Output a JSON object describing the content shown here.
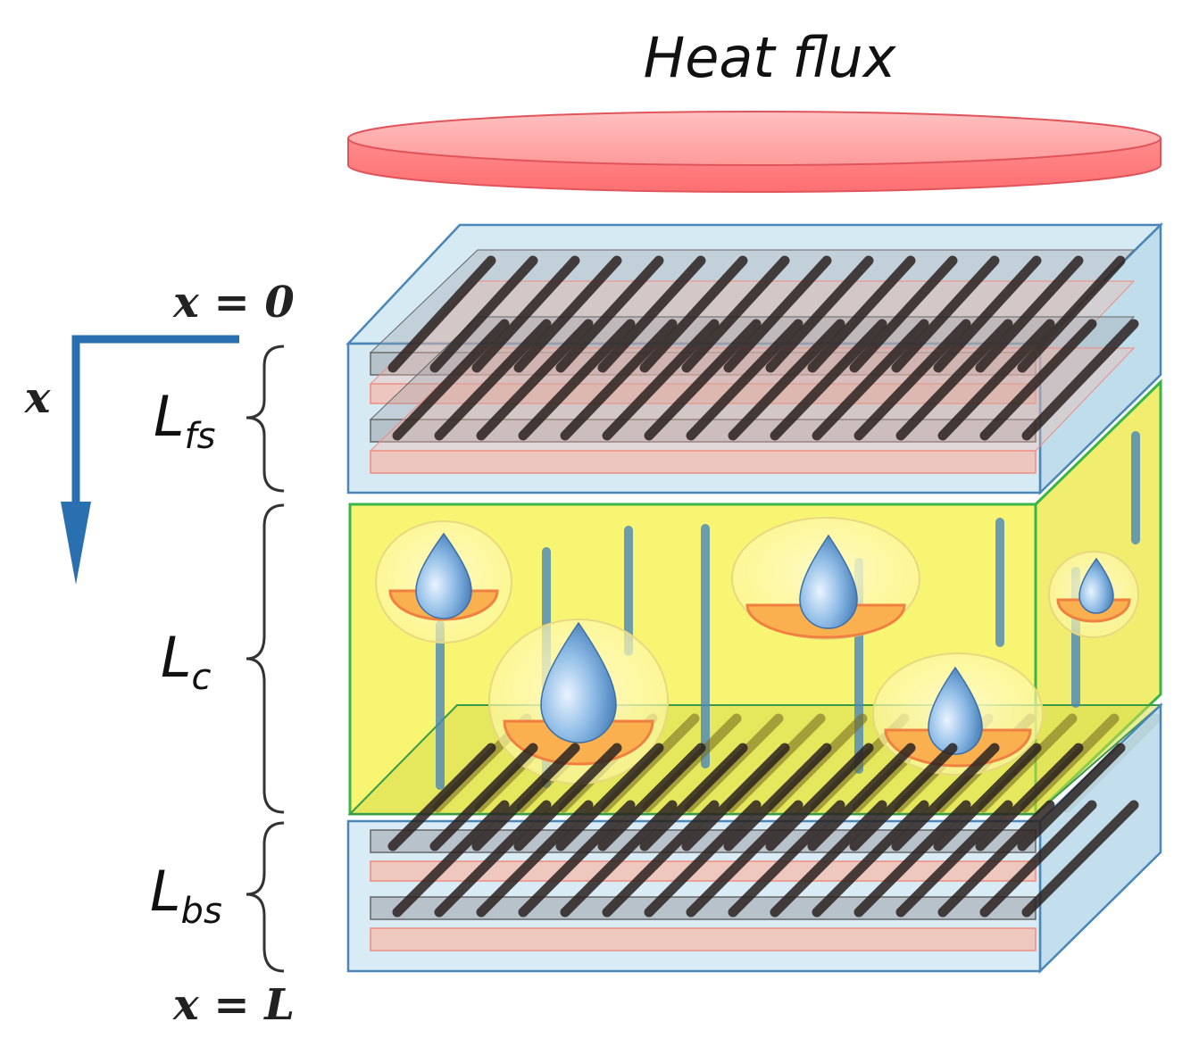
{
  "title": "Heat flux",
  "positions": {
    "top": "x = 0",
    "bottom": "x = L"
  },
  "axis": {
    "label": "x"
  },
  "layers": [
    {
      "id": "fs",
      "main": "L",
      "sub": "fs"
    },
    {
      "id": "c",
      "main": "L",
      "sub": "c"
    },
    {
      "id": "bs",
      "main": "L",
      "sub": "bs"
    }
  ],
  "colors": {
    "heat_disc": "#ff7b7e",
    "side_layer": "#cfe8f3",
    "core_layer": "#f6f25a",
    "fiber": "#2b2220",
    "axis": "#2a6fb0",
    "droplet": "#5a92c8"
  }
}
